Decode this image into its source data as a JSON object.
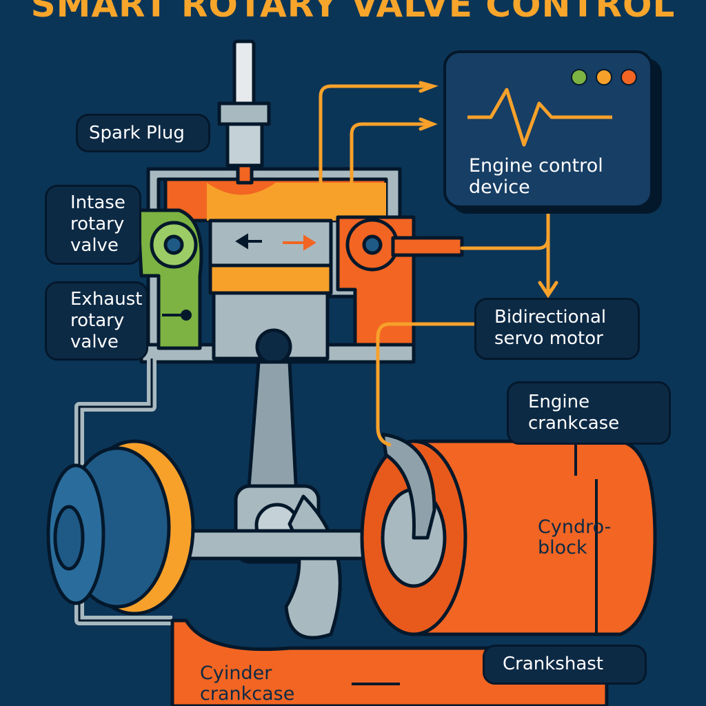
{
  "title": "SMART ROTARY VALVE CONTROL",
  "labels": {
    "spark_plug": "Spark Plug",
    "intake_valve": "Intase rotary valve",
    "exhaust_valve": "Exhaust rotary valve",
    "ecu": "Engine control device",
    "servo": "Bidirectional servo motor",
    "engine_crankcase": "Engine crankcase",
    "cyndro_block": "Cyndro-block",
    "crankshaft": "Crankshast",
    "cylinder_crankcase": "Cyinder crankcase"
  },
  "colors": {
    "background": "#0b3557",
    "orange": "#f26522",
    "amber": "#f7a12b",
    "green": "#7cb342",
    "steel": "#a9b9c0",
    "navy": "#0d2a45"
  },
  "ecu_indicators": [
    "#7cb342",
    "#f7a12b",
    "#f26522"
  ],
  "icons": [
    "waveform-icon",
    "arrow-right-icon",
    "arrow-down-icon"
  ]
}
